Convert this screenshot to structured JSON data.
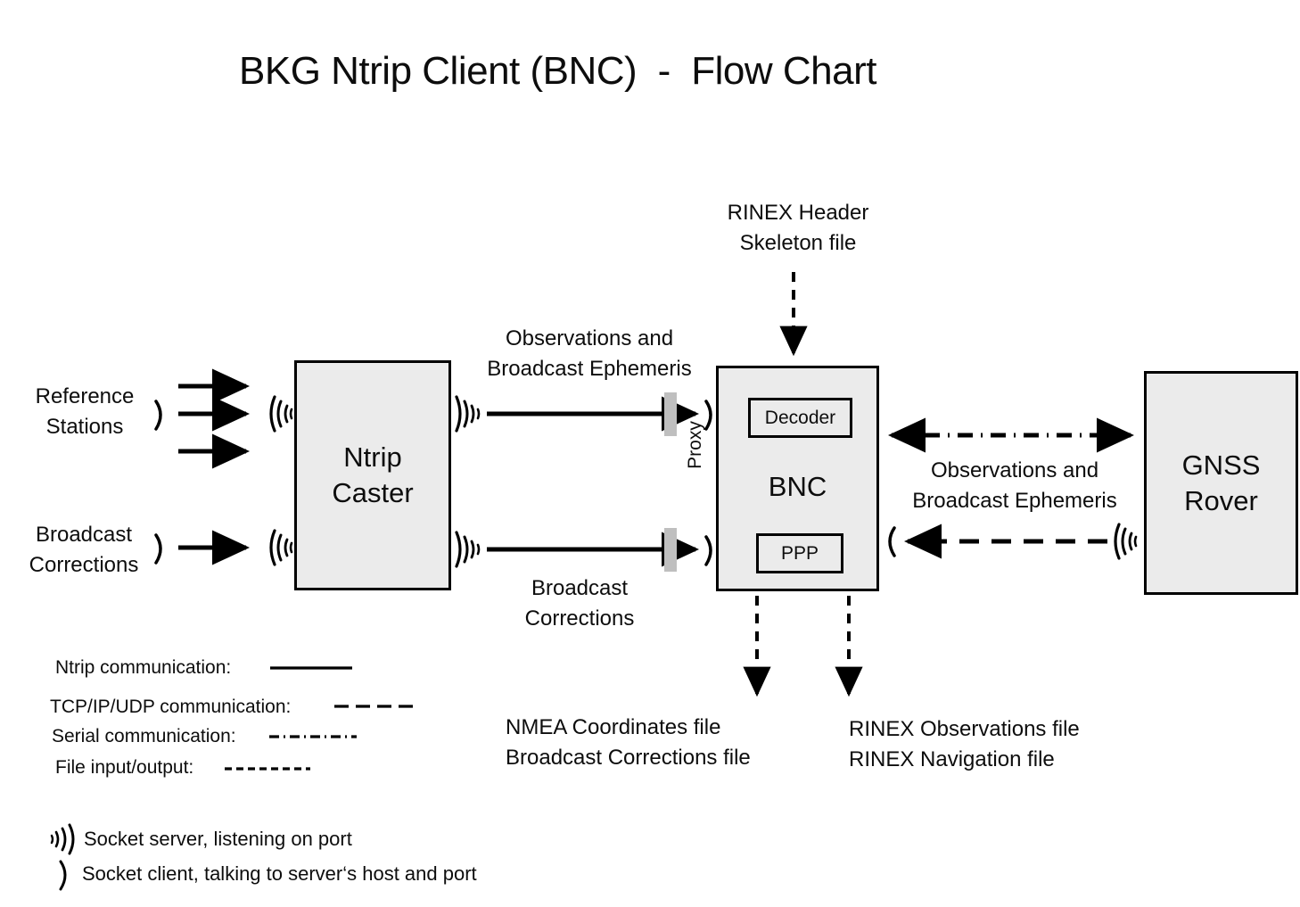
{
  "title": "BKG Ntrip Client (BNC)  -  Flow Chart",
  "nodes": {
    "ntrip_caster": "Ntrip\nCaster",
    "bnc": "BNC",
    "decoder": "Decoder",
    "ppp": "PPP",
    "gnss_rover": "GNSS\nRover",
    "proxy": "Proxy"
  },
  "labels": {
    "reference_stations": "Reference\nStations",
    "broadcast_corrections_in": "Broadcast\nCorrections",
    "observations_ephemeris_left": "Observations and\nBroadcast Ephemeris",
    "broadcast_corrections_mid": "Broadcast\nCorrections",
    "rinex_header_skeleton": "RINEX Header\nSkeleton file",
    "observations_ephemeris_right": "Observations and\nBroadcast Ephemeris",
    "nmea_outputs": "NMEA Coordinates file\nBroadcast Corrections file",
    "rinex_outputs": "RINEX Observations file\nRINEX Navigation file"
  },
  "legend": {
    "ntrip": "Ntrip communication:",
    "tcpip": "TCP/IP/UDP communication:",
    "serial": "Serial communication:",
    "file": "File input/output:",
    "socket_server": "Socket server, listening on port",
    "socket_client": "Socket client, talking to server‘s host and port"
  },
  "colors": {
    "node_fill": "#ebebeb",
    "stroke": "#000000",
    "proxy_bar": "#bfbfbf",
    "text": "#0d0d0d",
    "background": "#ffffff"
  }
}
